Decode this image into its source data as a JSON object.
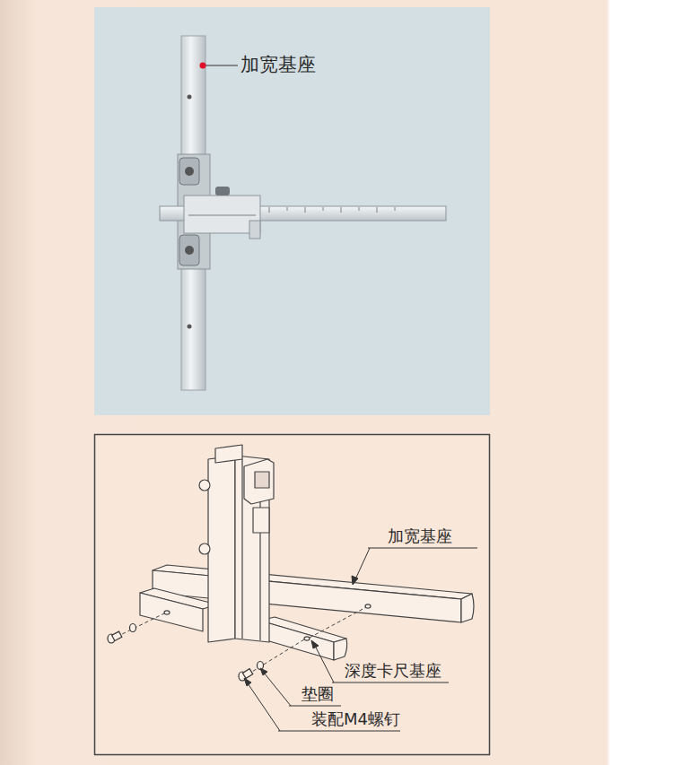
{
  "diagram": {
    "labels": [
      "加宽基座",
      "加宽基座",
      "深度卡尺基座",
      "垫圈",
      "装配M4螺钉"
    ]
  }
}
